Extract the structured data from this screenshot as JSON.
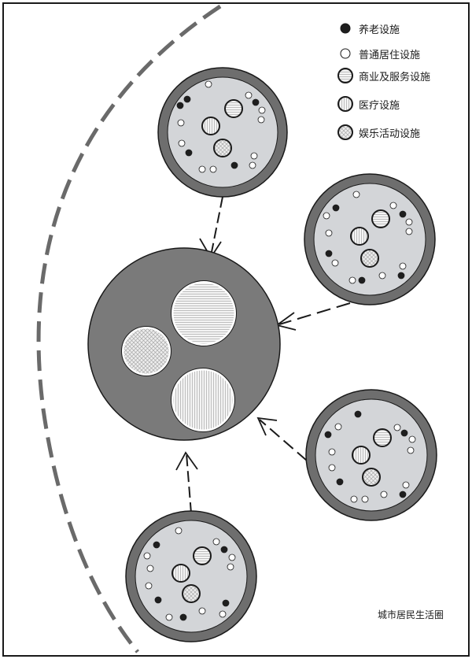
{
  "legend": {
    "elderly": "养老设施",
    "residential": "普通居住设施",
    "commercial": "商业及服务设施",
    "medical": "医疗设施",
    "recreation": "娱乐活动设施"
  },
  "caption": "城市居民生活圈",
  "colors": {
    "frame": "#1a1a1a",
    "ring": "#6e6e6e",
    "community_fill": "#d3d5d8",
    "hub_fill": "#7a7a7a",
    "elderly_dot": "#1e1e1e",
    "boundary": "#666666"
  }
}
